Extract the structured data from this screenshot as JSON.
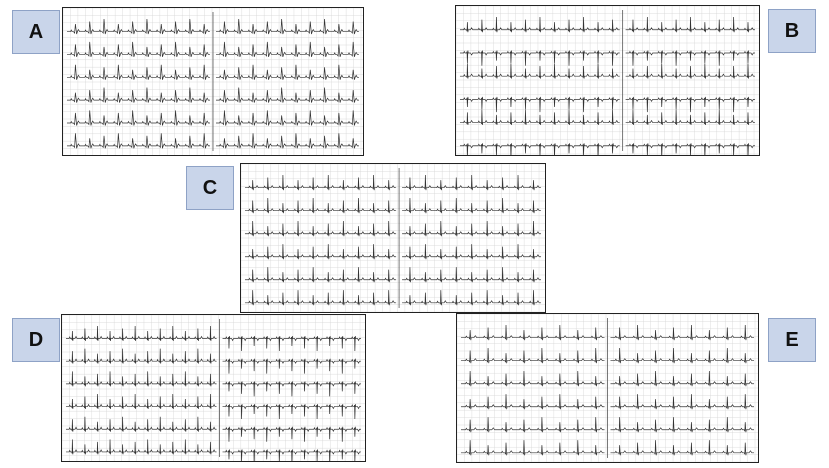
{
  "figure": {
    "panels": [
      {
        "id": "A",
        "label": "A"
      },
      {
        "id": "B",
        "label": "B"
      },
      {
        "id": "C",
        "label": "C"
      },
      {
        "id": "D",
        "label": "D"
      },
      {
        "id": "E",
        "label": "E"
      }
    ]
  },
  "colors": {
    "background": "#ffffff",
    "label_fill": "#c9d5ea",
    "label_border": "#8ea2c6",
    "panel_border": "#222222",
    "grid": "#d4d4d4",
    "trace": "#333333"
  }
}
